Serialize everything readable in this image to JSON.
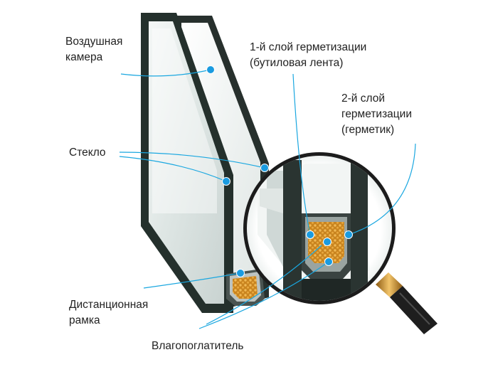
{
  "labels": {
    "air_chamber": [
      "Воздушная",
      "камера"
    ],
    "glass": "Стекло",
    "spacer_frame": [
      "Дистанционная",
      "рамка"
    ],
    "desiccant": "Влагопоглатитель",
    "seal_layer_1": [
      "1-й слой герметизации",
      "(бутиловая лента)"
    ],
    "seal_layer_2": [
      "2-й слой",
      "герметизации",
      "(герметик)"
    ]
  },
  "colors": {
    "callout_line": "#1aa7e0",
    "callout_dot": "#1a9be0",
    "frame": "#2b3531",
    "glass_tint": "#dfe6e4",
    "desiccant": "#d9962c",
    "magnifier_rim": "#1c1c1c",
    "handle_gold": "#c8912e"
  }
}
